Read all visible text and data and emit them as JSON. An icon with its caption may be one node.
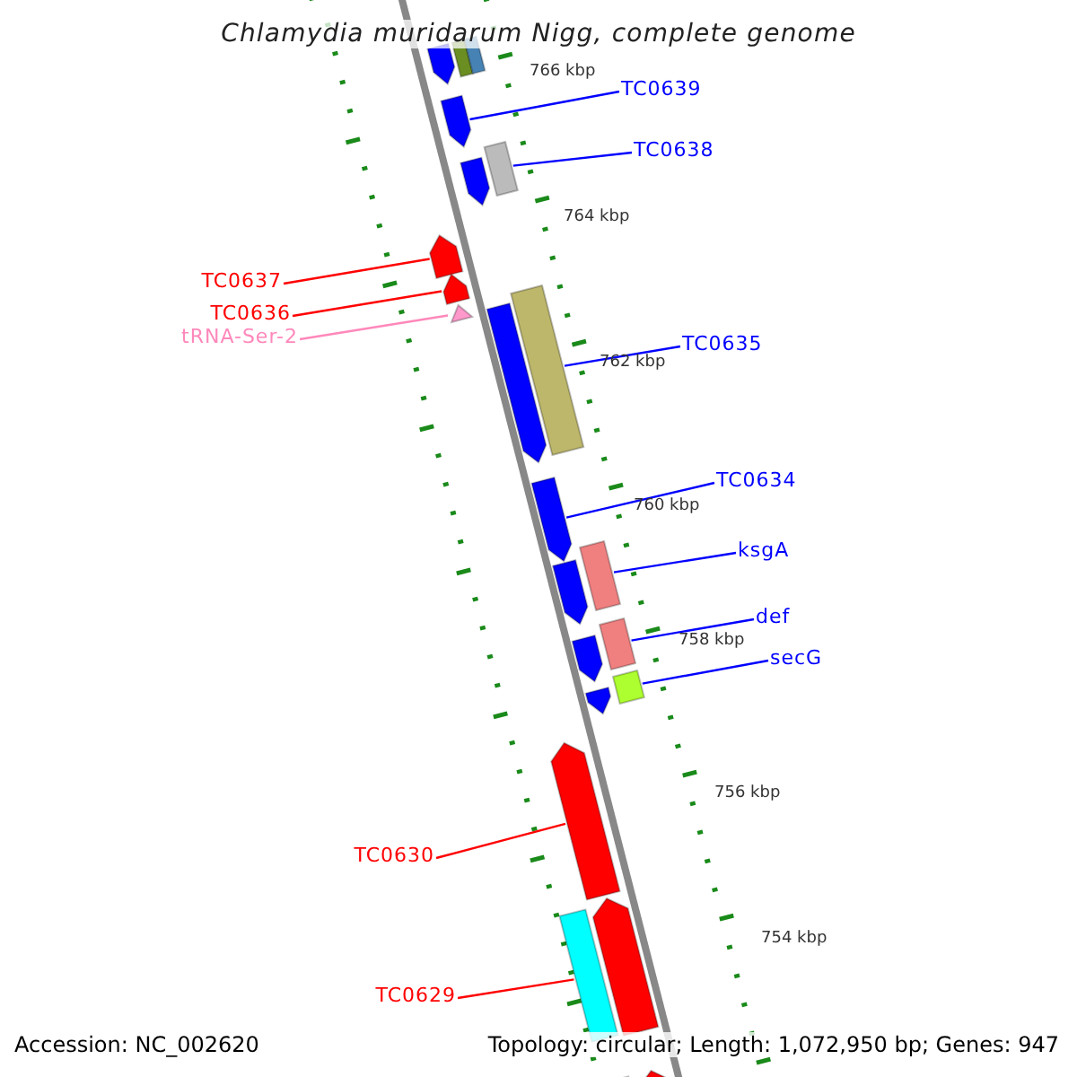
{
  "diagram": {
    "title": "Chlamydia muridarum Nigg, complete genome",
    "nodes": [
      {
        "text": [
          "TC0639"
        ]
      },
      {
        "text": [
          "TC0638"
        ]
      },
      {
        "text": [
          "TC0637"
        ]
      },
      {
        "text": [
          "TC0636"
        ]
      },
      {
        "text": [
          "tRNA-Ser-2"
        ]
      },
      {
        "text": [
          "TC0635"
        ]
      },
      {
        "text": [
          "TC0634"
        ]
      },
      {
        "text": [
          "ksgA"
        ]
      },
      {
        "text": [
          "def"
        ]
      },
      {
        "text": [
          "secG"
        ]
      },
      {
        "text": [
          "TC0630"
        ]
      },
      {
        "text": [
          "TC0629"
        ]
      },
      {
        "text": [],
        "shape": "arrow"
      },
      {
        "text": [],
        "shape": "box"
      },
      {
        "text": [],
        "shape": "box"
      },
      {
        "text": [],
        "shape": "arrow"
      },
      {
        "text": [],
        "shape": "box"
      },
      {
        "text": [],
        "shape": "arrow"
      },
      {
        "text": [],
        "shape": "arrow"
      },
      {
        "text": [],
        "shape": "arrow"
      },
      {
        "text": [],
        "shape": "triangle"
      },
      {
        "text": [],
        "shape": "box"
      },
      {
        "text": [],
        "shape": "arrow"
      },
      {
        "text": [],
        "shape": "arrow"
      },
      {
        "text": [],
        "shape": "box"
      },
      {
        "text": [],
        "shape": "arrow"
      },
      {
        "text": [],
        "shape": "box"
      },
      {
        "text": [],
        "shape": "arrow"
      },
      {
        "text": [],
        "shape": "box"
      },
      {
        "text": [],
        "shape": "arrow"
      },
      {
        "text": [],
        "shape": "arrow"
      },
      {
        "text": [],
        "shape": "arrow"
      },
      {
        "text": [],
        "shape": "box"
      },
      {
        "text": [],
        "shape": "box"
      },
      {
        "text": [],
        "shape": "arrow"
      }
    ],
    "edges": [
      {
        "from": 0,
        "to": 15,
        "arrow": "none"
      },
      {
        "from": 1,
        "to": 16,
        "arrow": "none"
      },
      {
        "from": 2,
        "to": 18,
        "arrow": "none",
        "color": "#ff0000"
      },
      {
        "from": 3,
        "to": 19,
        "arrow": "none",
        "color": "#ff0000"
      },
      {
        "from": 4,
        "to": 20,
        "arrow": "none",
        "color": "#ff88bb"
      },
      {
        "from": 5,
        "to": 21,
        "arrow": "none"
      },
      {
        "from": 6,
        "to": 23,
        "arrow": "none"
      },
      {
        "from": 7,
        "to": 24,
        "arrow": "none"
      },
      {
        "from": 8,
        "to": 26,
        "arrow": "none"
      },
      {
        "from": 9,
        "to": 28,
        "arrow": "none"
      },
      {
        "from": 10,
        "to": 30,
        "arrow": "none",
        "color": "#ff0000"
      },
      {
        "from": 11,
        "to": 32,
        "arrow": "none",
        "color": "#ff0000"
      }
    ],
    "labels": [
      "766 kbp",
      "764 kbp",
      "762 kbp",
      "760 kbp",
      "758 kbp",
      "756 kbp",
      "754 kbp",
      "Accession: NC_002620",
      "Topology: circular; Length: 1,072,950 bp; Genes: 947"
    ]
  }
}
